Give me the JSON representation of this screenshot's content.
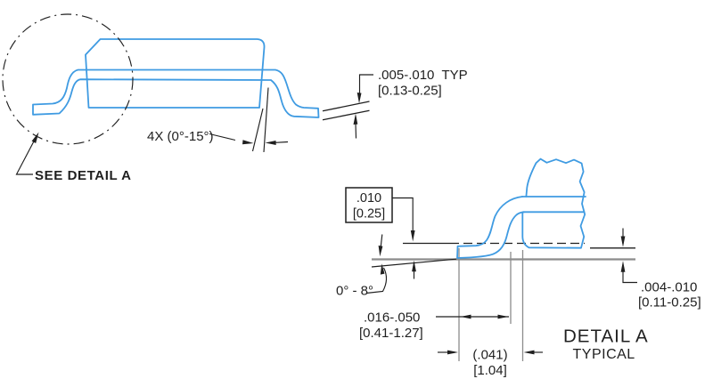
{
  "drawing": {
    "callout": "SEE DETAIL A",
    "lead_angle_label": "4X (0°-15°)",
    "tip_thickness": {
      "inch": ".005-.010  TYP",
      "mm": "[0.13-0.25]"
    },
    "detail": {
      "boxed_height": {
        "inch": ".010",
        "mm": "[0.25]"
      },
      "foot_angle_label": "0° - 8°",
      "foot_length": {
        "inch": ".016-.050",
        "mm": "[0.41-1.27]"
      },
      "foot_ref": {
        "inch": "(.041)",
        "mm": "[1.04]"
      },
      "standoff": {
        "inch": ".004-.010",
        "mm": "[0.11-0.25]"
      },
      "title": "DETAIL A",
      "subtitle": "TYPICAL"
    },
    "colors": {
      "outline_blue": "#3F9BE2",
      "ink": "#1f1f1f",
      "gray": "#8c8c8c",
      "background": "#ffffff"
    }
  }
}
